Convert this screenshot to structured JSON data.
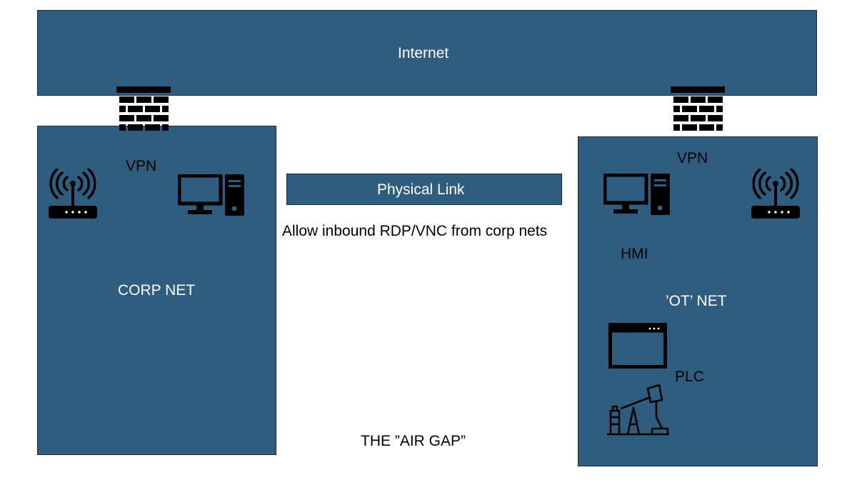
{
  "internet": {
    "label": "Internet"
  },
  "corp_net": {
    "label": "CORP NET",
    "vpn_label": "VPN"
  },
  "ot_net": {
    "label": "’OT’ NET",
    "vpn_label": "VPN",
    "hmi_label": "HMI",
    "plc_label": "PLC"
  },
  "physical_link": {
    "label": "Physical Link"
  },
  "annotations": {
    "inbound_rule": "Allow inbound RDP/VNC from corp nets",
    "air_gap": "THE ”AIR GAP”"
  },
  "icons": [
    "firewall-icon",
    "wifi-router-icon",
    "desktop-computer-icon",
    "window-icon",
    "oil-pump-icon"
  ],
  "colors": {
    "network_box": "#2f5d80",
    "box_border": "#1b2a38",
    "icon": "#000000"
  }
}
